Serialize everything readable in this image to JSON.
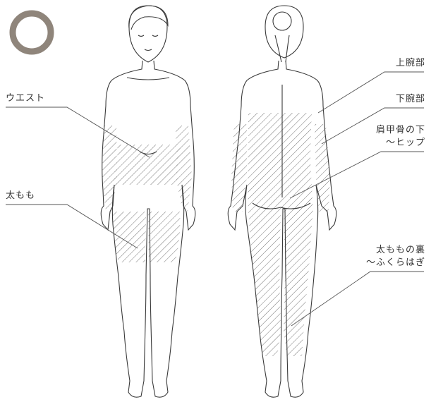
{
  "marker": {
    "symbol": "ring",
    "color": "#8f857b"
  },
  "colors": {
    "outline": "#3a3a3a",
    "hatch": "#777777",
    "leader": "#555555"
  },
  "labels": {
    "waist": "ウエスト",
    "thigh": "太もも",
    "upper_arm": "上腕部",
    "forearm": "下腕部",
    "shoulder_hip_1": "肩甲骨の下",
    "shoulder_hip_2": "〜ヒップ",
    "back_thigh_1": "太ももの裏",
    "back_thigh_2": "〜ふくらはぎ"
  }
}
